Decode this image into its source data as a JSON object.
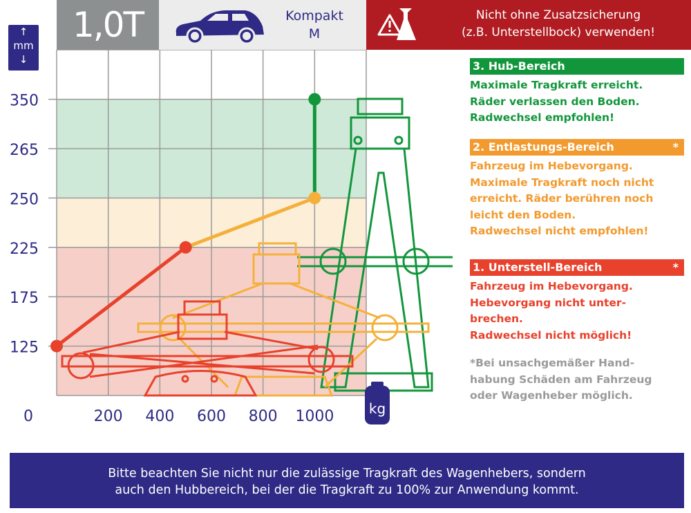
{
  "header": {
    "load_label": "1,0T",
    "vehicle_class_line1": "Kompakt",
    "vehicle_class_line2": "M",
    "warning_line1": "Nicht ohne Zusatzsicherung",
    "warning_line2": "(z.B. Unterstellbock) verwenden!"
  },
  "y_unit": "mm",
  "x_unit": "kg",
  "colors": {
    "navy": "#2e2a85",
    "red": "#e8412c",
    "orange": "#f5b03b",
    "green": "#12963c",
    "warn_red": "#b01c22"
  },
  "chart_data": {
    "type": "line",
    "title": "",
    "xlabel": "kg",
    "ylabel": "mm",
    "x_ticks": [
      "0",
      "200",
      "400",
      "600",
      "800",
      "1000"
    ],
    "xlim": [
      0,
      1200
    ],
    "y_ticks": [
      "0",
      "125",
      "175",
      "225",
      "250",
      "265",
      "350"
    ],
    "y_scale": "categorical-equal-spacing",
    "bands": [
      {
        "name": "1. Unterstell-Bereich",
        "from": "0",
        "to": "225",
        "color": "#f6d0c8"
      },
      {
        "name": "2. Entlastungs-Bereich",
        "from": "225",
        "to": "250",
        "color": "#fdeed8"
      },
      {
        "name": "3. Hub-Bereich",
        "from": "250",
        "to": "350",
        "color": "#cfe9d8"
      }
    ],
    "series": [
      {
        "name": "Unterstell-Bereich",
        "color": "#e8412c",
        "points": [
          [
            0,
            125
          ],
          [
            500,
            225
          ]
        ]
      },
      {
        "name": "Entlastungs-Bereich",
        "color": "#f5b03b",
        "points": [
          [
            500,
            225
          ],
          [
            1000,
            250
          ]
        ]
      },
      {
        "name": "Hub-Bereich",
        "color": "#12963c",
        "points": [
          [
            1000,
            250
          ],
          [
            1000,
            350
          ]
        ]
      }
    ],
    "grid": true
  },
  "sections": [
    {
      "title": "3. Hub-Bereich",
      "star": "",
      "color": "#12963c",
      "text": "Maximale Tragkraft erreicht.\nRäder verlassen den Boden.\nRadwechsel empfohlen!"
    },
    {
      "title": "2. Entlastungs-Bereich",
      "star": "*",
      "color": "#f29a2e",
      "text": "Fahrzeug im Hebevorgang.\nMaximale Tragkraft noch nicht\nerreicht. Räder berühren noch\nleicht den Boden.\nRadwechsel  nicht empfohlen!"
    },
    {
      "title": "1. Unterstell-Bereich",
      "star": "*",
      "color": "#e8412c",
      "text": "Fahrzeug im Hebevorgang.\nHebevorgang nicht unter-\nbrechen.\nRadwechsel nicht möglich!"
    }
  ],
  "footnote": "*Bei unsachgemäßer Hand-\nhabung Schäden am Fahrzeug\noder Wagenheber möglich.",
  "footer": {
    "line1": "Bitte beachten Sie nicht nur die zulässige Tragkraft des Wagenhebers, sondern",
    "line2": "auch den Hubbereich, bei der die Tragkraft zu 100% zur Anwendung kommt."
  }
}
